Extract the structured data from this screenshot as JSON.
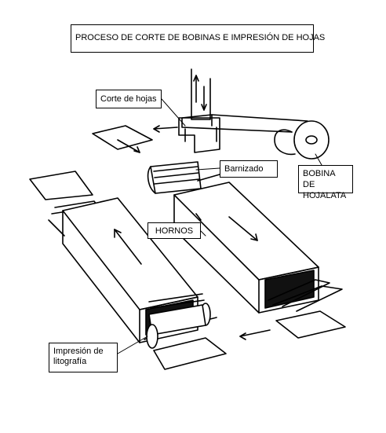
{
  "title": "PROCESO DE CORTE DE BOBINAS E IMPRESIÓN DE HOJAS",
  "labels": {
    "corte_de_hojas": "Corte de hojas",
    "barnizado": "Barnizado",
    "bobina": "BOBINA DE HOJALATA",
    "hornos": "HORNOS",
    "impresion": "Impresión de litografía"
  }
}
